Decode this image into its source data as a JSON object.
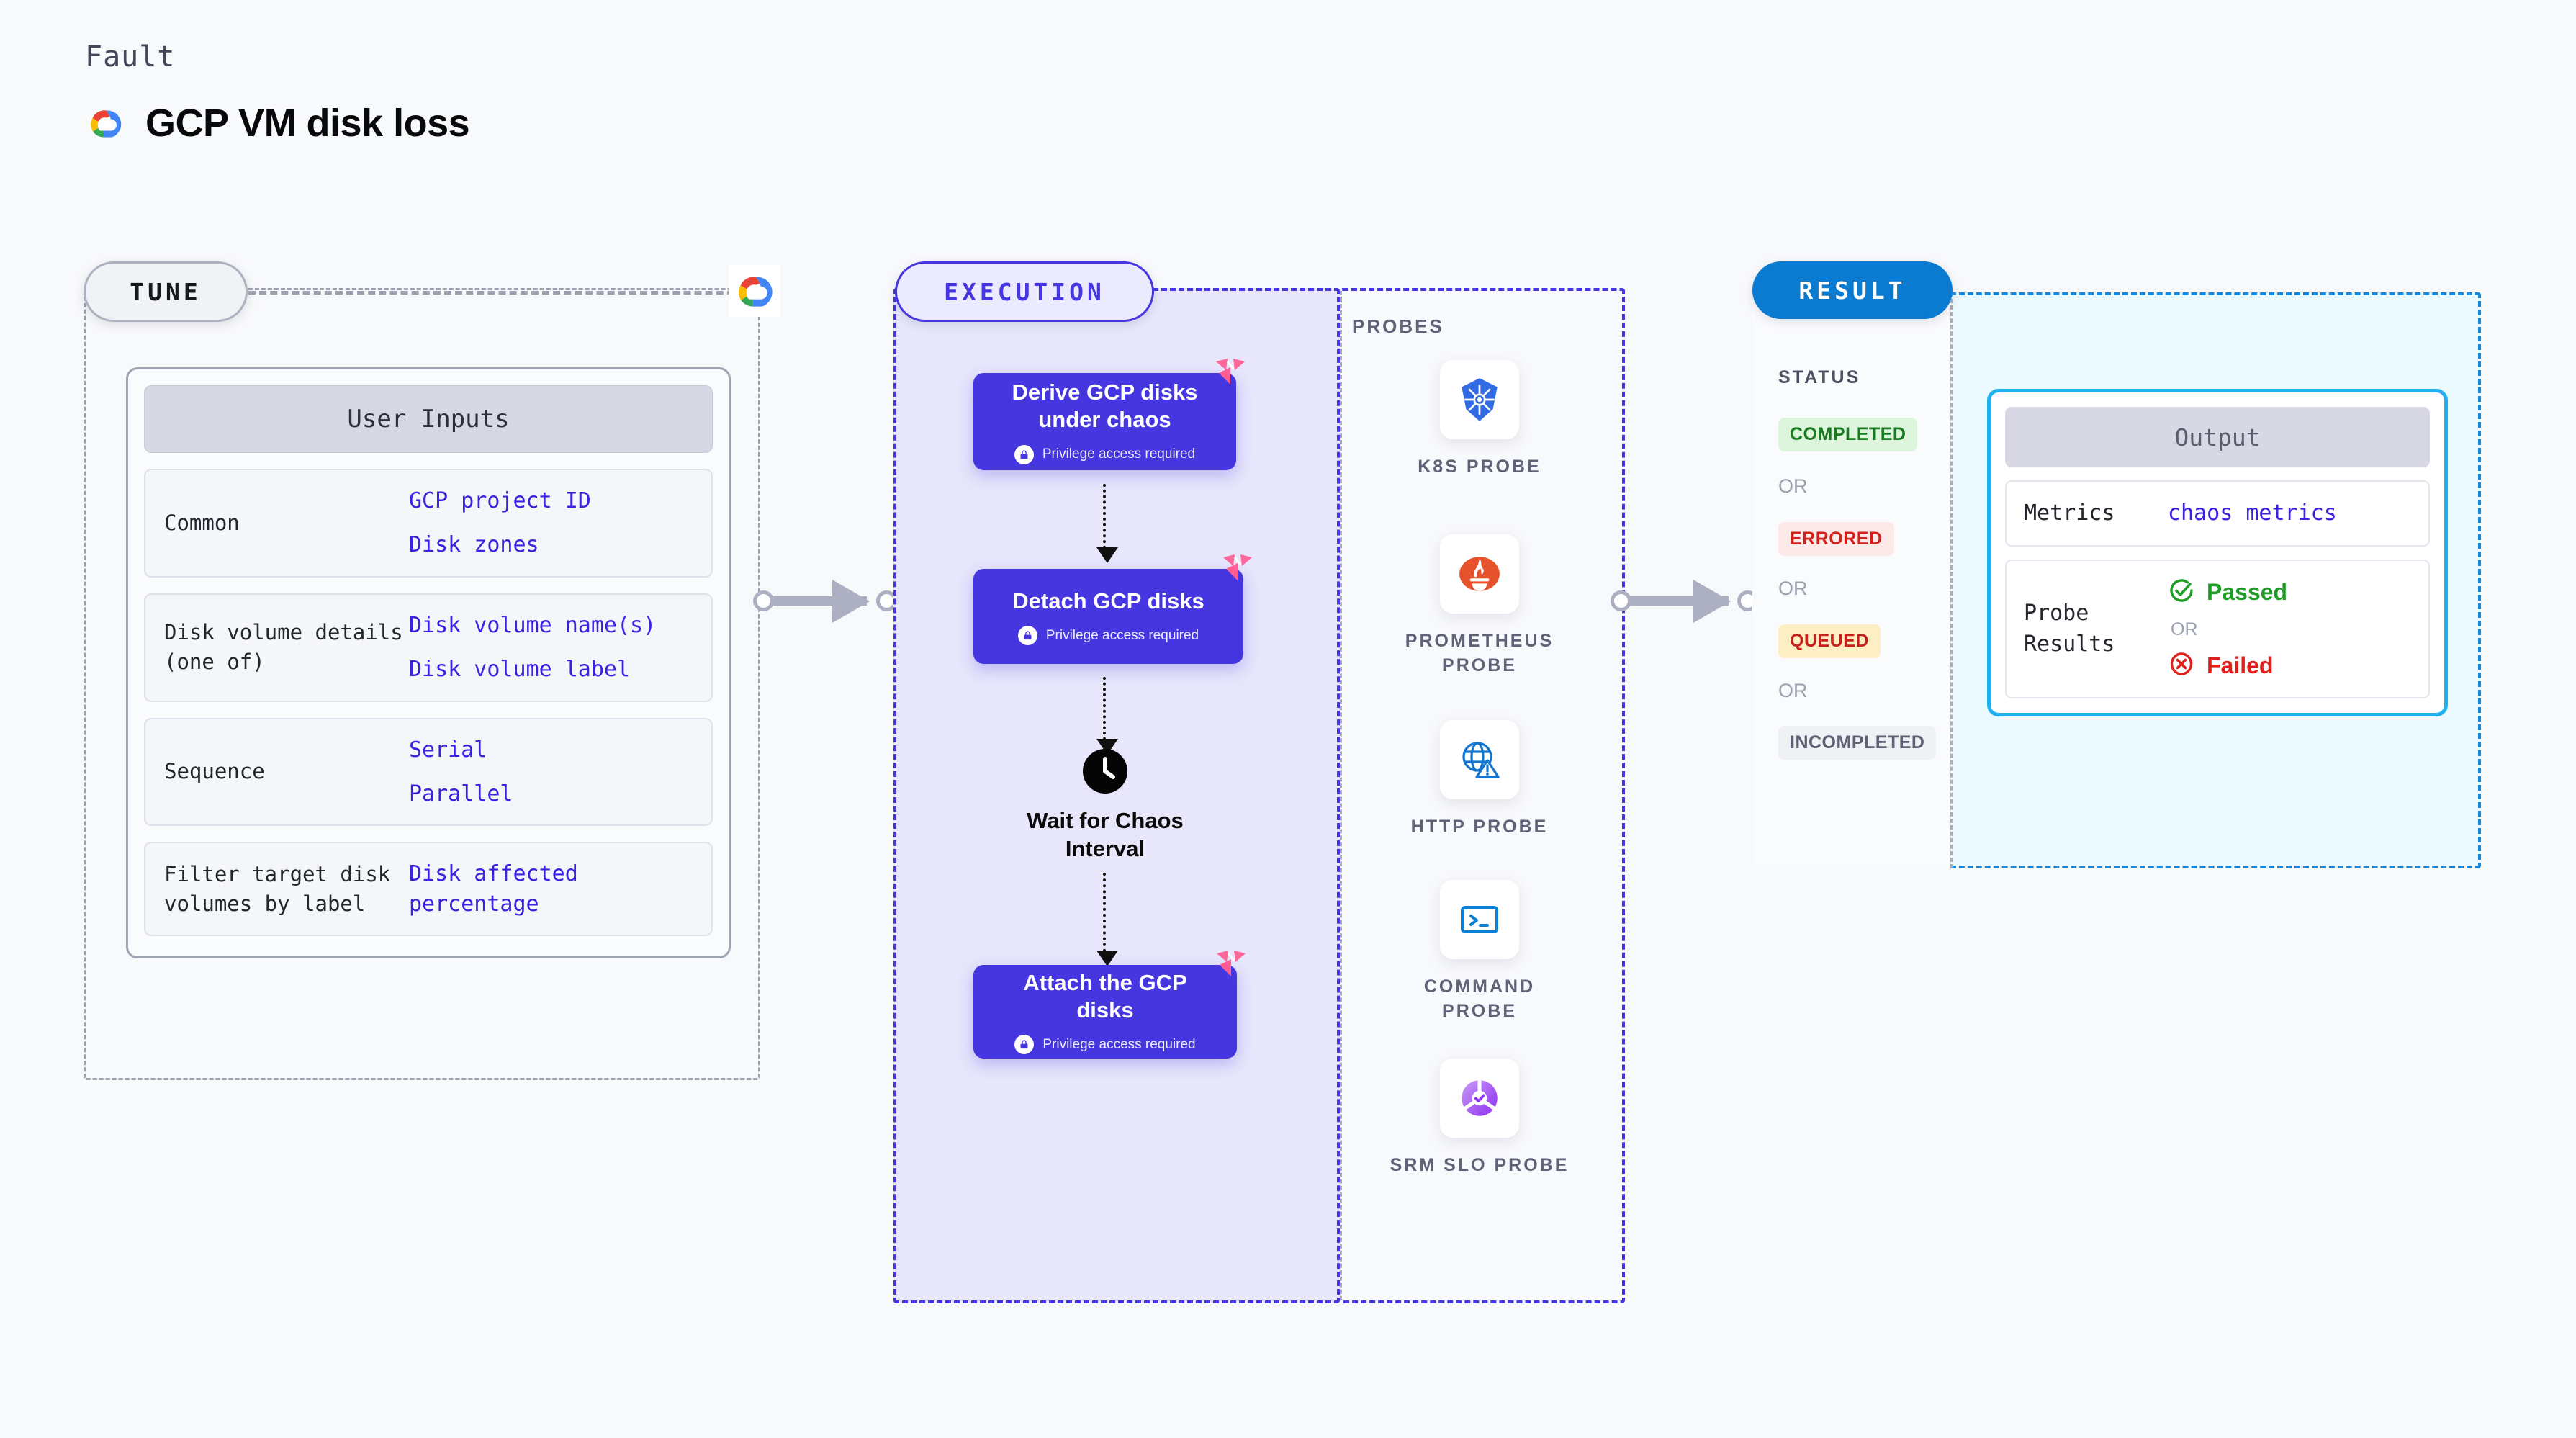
{
  "header": {
    "eyebrow": "Fault",
    "title": "GCP VM disk loss",
    "logo_icon": "gcp-logo-icon"
  },
  "tune": {
    "badge": "TUNE",
    "endpoint_icon": "gcp-logo-icon",
    "user_inputs": {
      "heading": "User Inputs",
      "rows": [
        {
          "key": "Common",
          "values": [
            "GCP project ID",
            "Disk zones"
          ]
        },
        {
          "key": "Disk volume details (one of)",
          "values": [
            "Disk volume name(s)",
            "Disk volume label"
          ]
        },
        {
          "key": "Sequence",
          "values": [
            "Serial",
            "Parallel"
          ]
        },
        {
          "key": "Filter target disk volumes by label",
          "values": [
            "Disk affected percentage"
          ]
        }
      ]
    }
  },
  "execution": {
    "badge": "EXECUTION",
    "steps": [
      {
        "title": "Derive GCP disks under chaos",
        "privilege": "Privilege access required"
      },
      {
        "title": "Detach GCP disks",
        "privilege": "Privilege access required"
      },
      {
        "title": "Attach the GCP disks",
        "privilege": "Privilege access required"
      }
    ],
    "wait": {
      "label": "Wait for Chaos Interval",
      "icon": "clock-icon"
    },
    "probes": {
      "title": "PROBES",
      "items": [
        {
          "label": "K8S PROBE",
          "icon": "kubernetes-icon"
        },
        {
          "label": "PROMETHEUS PROBE",
          "icon": "prometheus-icon"
        },
        {
          "label": "HTTP PROBE",
          "icon": "http-globe-warning-icon"
        },
        {
          "label": "COMMAND PROBE",
          "icon": "terminal-icon"
        },
        {
          "label": "SRM SLO PROBE",
          "icon": "srm-slo-icon"
        }
      ]
    }
  },
  "result": {
    "badge": "RESULT",
    "status_title": "STATUS",
    "or_label": "OR",
    "statuses": [
      {
        "label": "COMPLETED",
        "bg": "#ddf5dd",
        "fg": "#1a7a1f"
      },
      {
        "label": "ERRORED",
        "bg": "#fde9e8",
        "fg": "#d2201b"
      },
      {
        "label": "QUEUED",
        "bg": "#fdeec4",
        "fg": "#c8201b"
      },
      {
        "label": "INCOMPLETED",
        "bg": "#f0f1f5",
        "fg": "#5b6073"
      }
    ],
    "output": {
      "heading": "Output",
      "metrics_key": "Metrics",
      "metrics_value": "chaos metrics",
      "probe_results_key": "Probe Results",
      "passed_label": "Passed",
      "failed_label": "Failed",
      "or_label": "OR"
    }
  },
  "colors": {
    "brand_indigo": "#4536df",
    "result_blue": "#0b7ad1",
    "output_border": "#1fb0ef",
    "link_blue": "#3b22e0",
    "harness_pink": "#ff679b"
  }
}
